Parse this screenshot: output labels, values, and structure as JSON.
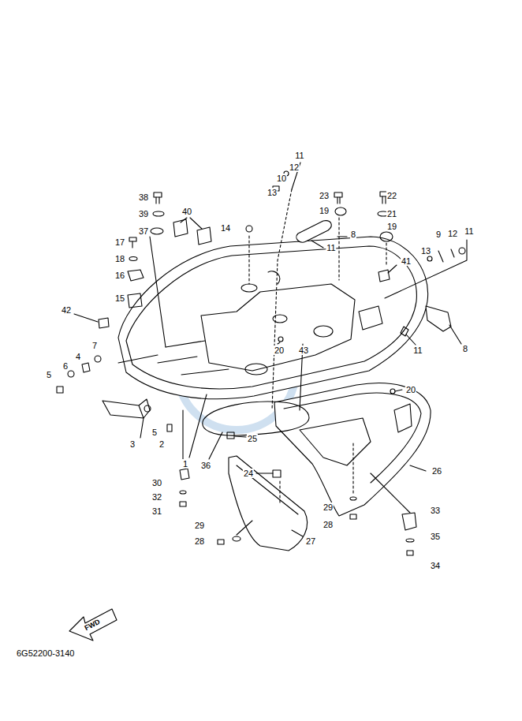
{
  "diagram": {
    "labels": [
      "11",
      "12",
      "10",
      "13",
      "38",
      "40",
      "23",
      "22",
      "39",
      "19",
      "21",
      "37",
      "14",
      "8",
      "19",
      "9",
      "12",
      "11",
      "13",
      "17",
      "11",
      "41",
      "18",
      "16",
      "15",
      "42",
      "7",
      "4",
      "6",
      "20",
      "43",
      "8",
      "11",
      "5",
      "20",
      "3",
      "5",
      "2",
      "25",
      "1",
      "36",
      "26",
      "24",
      "30",
      "32",
      "31",
      "33",
      "29",
      "28",
      "35",
      "29",
      "27",
      "34",
      "28",
      "FWD",
      "6G52200-3140"
    ]
  }
}
